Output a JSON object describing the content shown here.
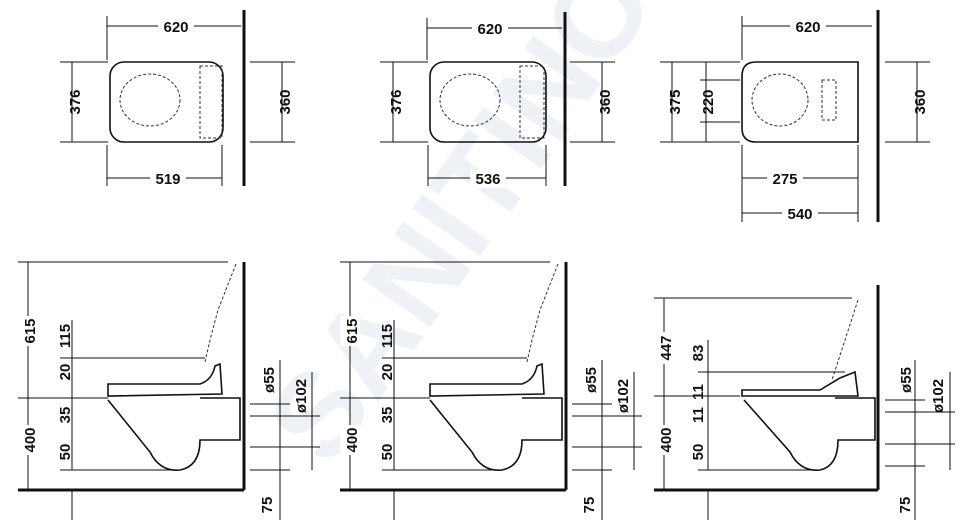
{
  "watermark": "SANITINO",
  "top_views": [
    {
      "width": "620",
      "depth_left": "376",
      "depth_right": "360",
      "length": "519"
    },
    {
      "width": "620",
      "depth_left": "376",
      "depth_right": "360",
      "length": "536"
    },
    {
      "width": "620",
      "depth_left": "375",
      "inner_depth": "220",
      "depth_right": "360",
      "length_inner": "275",
      "length": "540"
    }
  ],
  "side_views": [
    {
      "total_height": "615",
      "mount_height": "400",
      "lid_offset": "115",
      "seat_thickness": "20",
      "rim_offset": "35",
      "outlet_offset": "50",
      "floor_offset": "75",
      "inlet_diameter": "ø55",
      "outlet_diameter": "ø102"
    },
    {
      "total_height": "615",
      "mount_height": "400",
      "lid_offset": "115",
      "seat_thickness": "20",
      "rim_offset": "35",
      "outlet_offset": "50",
      "floor_offset": "75",
      "inlet_diameter": "ø55",
      "outlet_diameter": "ø102"
    },
    {
      "total_height": "447",
      "mount_height": "400",
      "lid_offset": "83",
      "seat_thickness": "11",
      "rim_offset": "11",
      "outlet_offset": "50",
      "floor_offset": "75",
      "inlet_diameter": "ø55",
      "outlet_diameter": "ø102"
    }
  ]
}
